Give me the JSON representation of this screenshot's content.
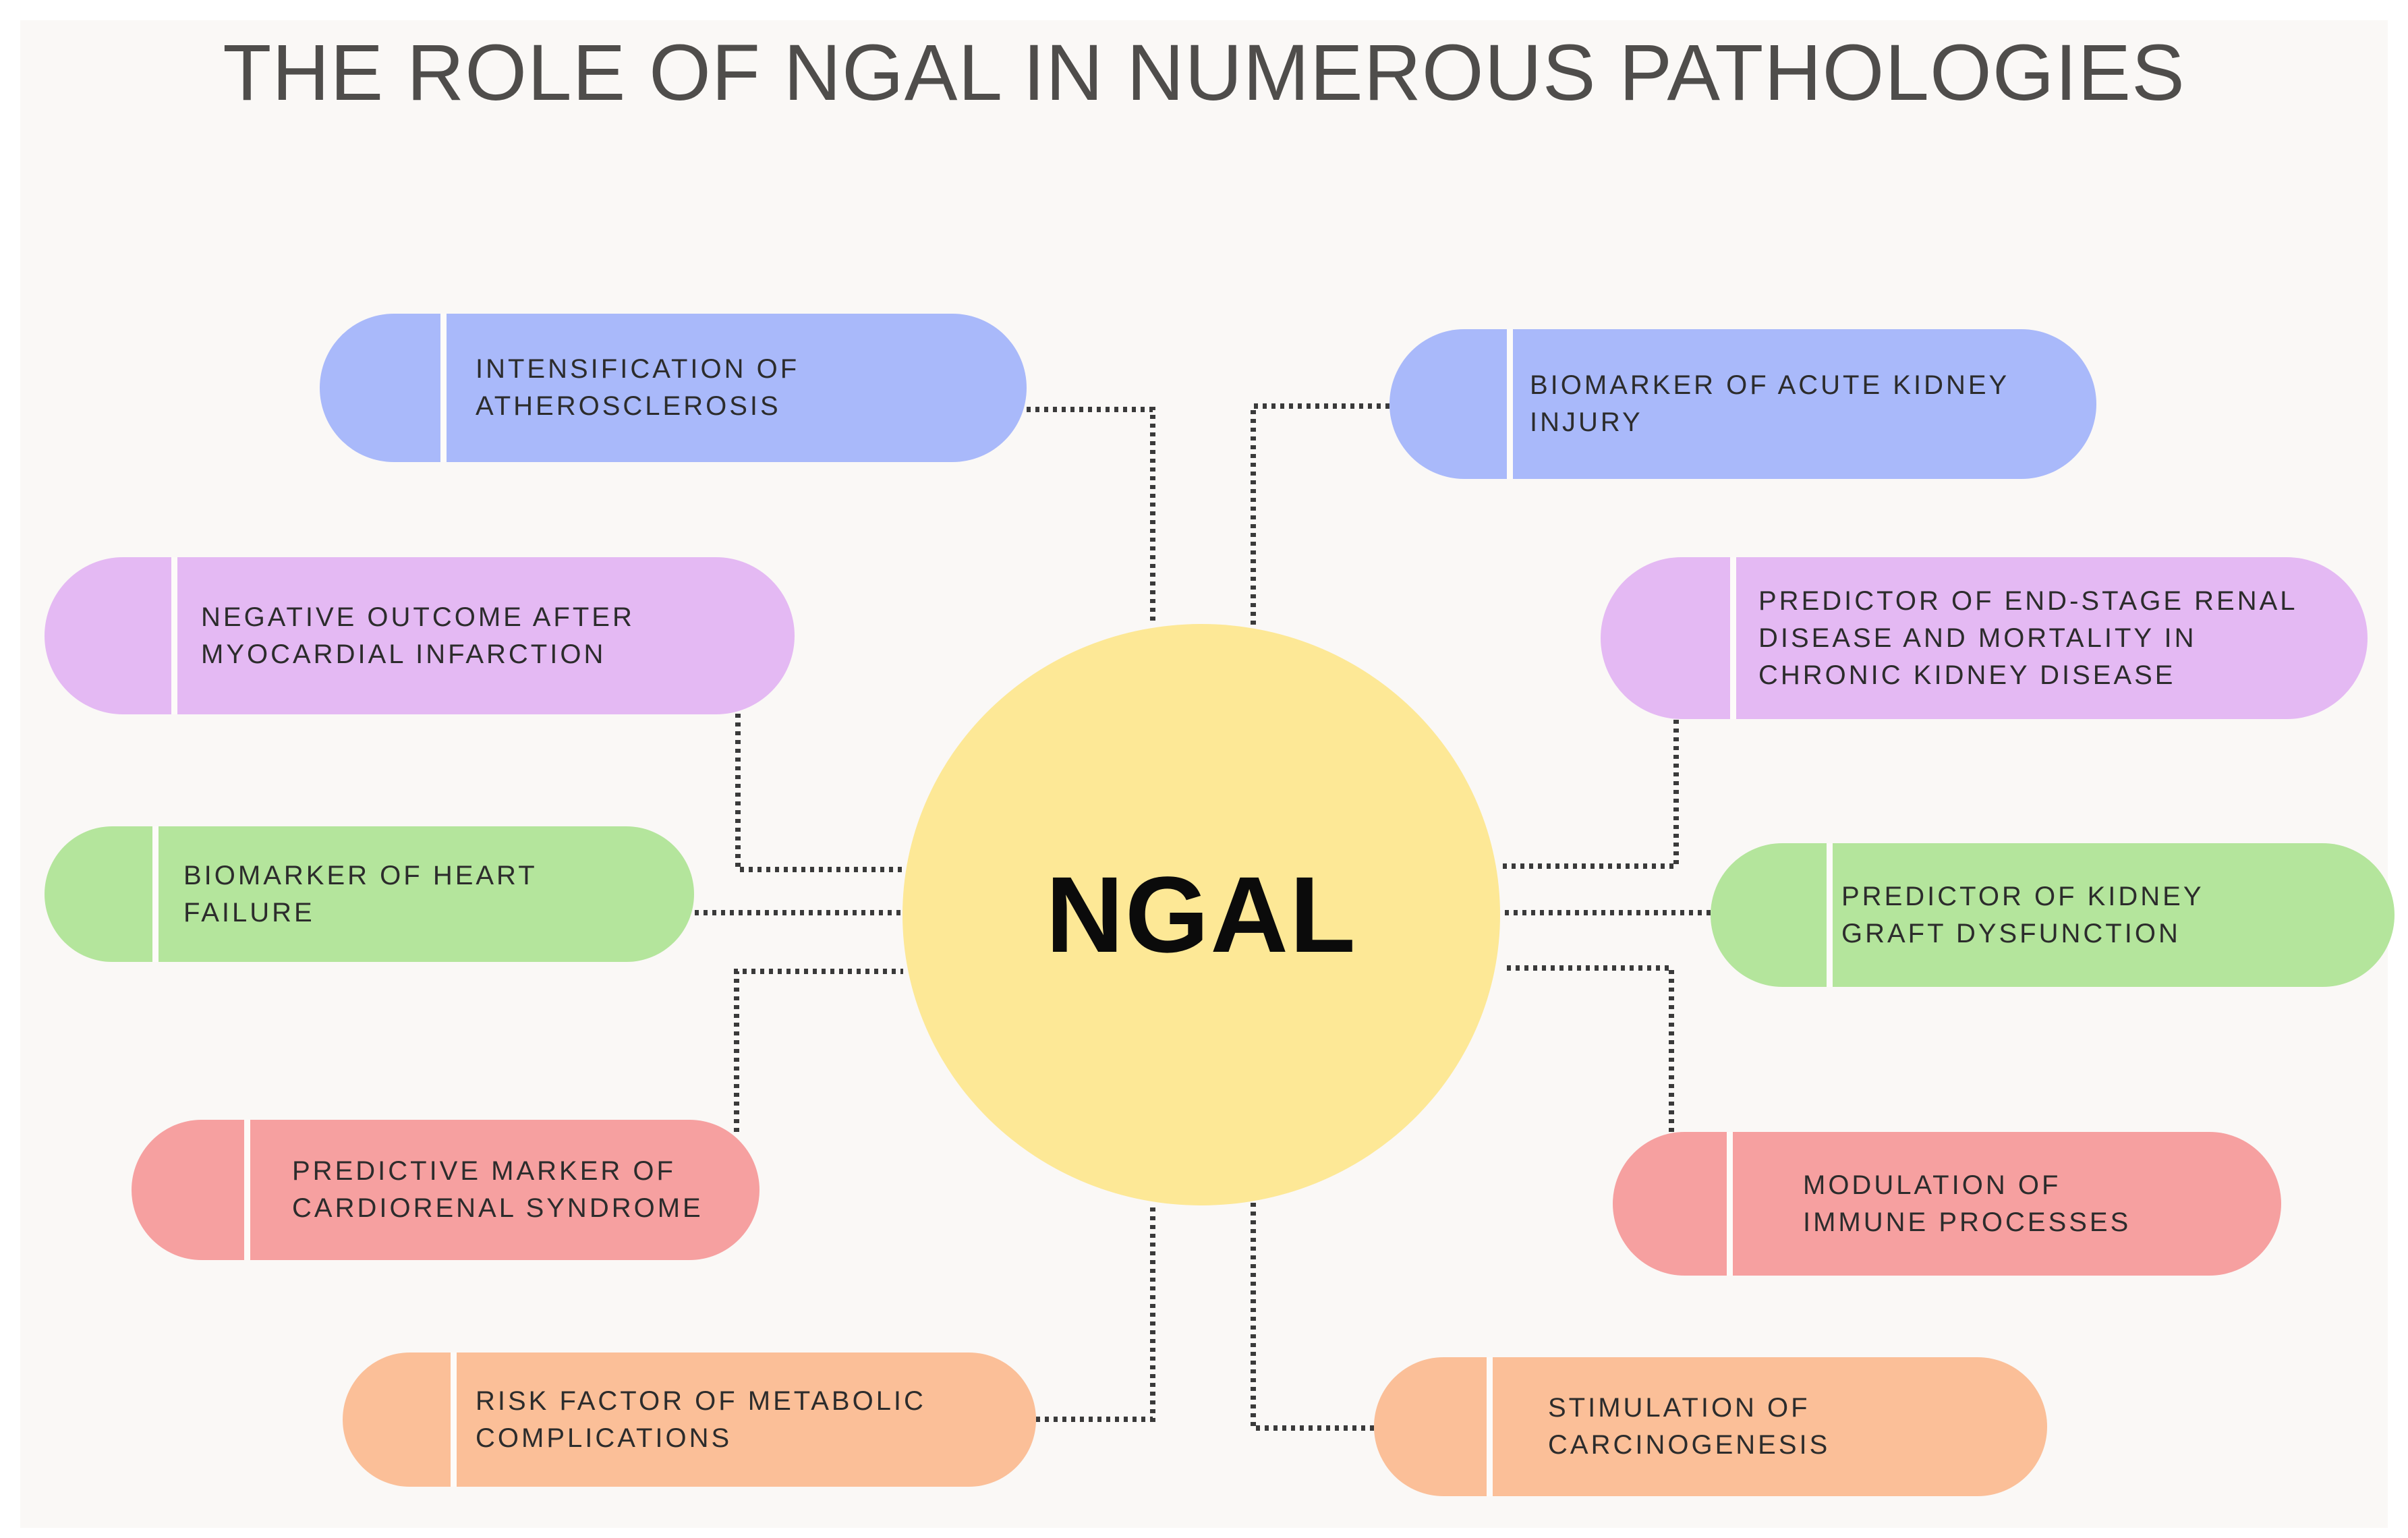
{
  "title": "THE ROLE OF NGAL IN NUMEROUS PATHOLOGIES",
  "center": {
    "label": "NGAL",
    "color": "#fde896"
  },
  "colors": {
    "blue": "#a9b9fa",
    "purple": "#e4b9f3",
    "green": "#b4e59c",
    "red": "#f6a0a0",
    "orange": "#fbbf98"
  },
  "left_nodes": [
    {
      "id": "atherosclerosis",
      "color": "blue",
      "lines": [
        "INTENSIFICATION OF",
        "ATHEROSCLEROSIS"
      ]
    },
    {
      "id": "myocardial",
      "color": "purple",
      "lines": [
        "NEGATIVE OUTCOME AFTER",
        "MYOCARDIAL INFARCTION"
      ]
    },
    {
      "id": "heart-failure",
      "color": "green",
      "lines": [
        "BIOMARKER OF HEART",
        "FAILURE"
      ]
    },
    {
      "id": "cardiorenal",
      "color": "red",
      "lines": [
        "PREDICTIVE MARKER OF",
        "CARDIORENAL SYNDROME"
      ]
    },
    {
      "id": "metabolic",
      "color": "orange",
      "lines": [
        "RISK FACTOR OF METABOLIC",
        "COMPLICATIONS"
      ]
    }
  ],
  "right_nodes": [
    {
      "id": "acute-kidney",
      "color": "blue",
      "lines": [
        "BIOMARKER OF ACUTE KIDNEY",
        "INJURY"
      ]
    },
    {
      "id": "end-stage-renal",
      "color": "purple",
      "lines": [
        "PREDICTOR OF END-STAGE RENAL",
        "DISEASE AND MORTALITY IN",
        "CHRONIC KIDNEY DISEASE"
      ]
    },
    {
      "id": "kidney-graft",
      "color": "green",
      "lines": [
        "PREDICTOR OF KIDNEY",
        "GRAFT DYSFUNCTION"
      ]
    },
    {
      "id": "immune",
      "color": "red",
      "lines": [
        "MODULATION OF",
        "IMMUNE PROCESSES"
      ]
    },
    {
      "id": "carcinogenesis",
      "color": "orange",
      "lines": [
        "STIMULATION OF",
        "CARCINOGENESIS"
      ]
    }
  ]
}
